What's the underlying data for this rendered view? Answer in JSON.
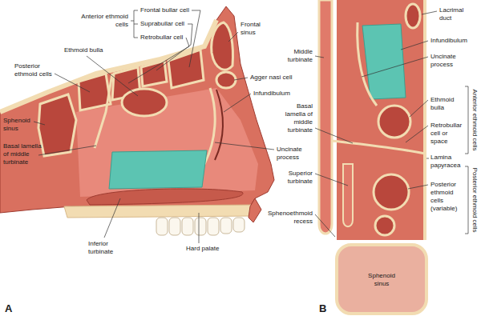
{
  "diagram": {
    "labels": [
      "Anterior ethmoid cells",
      "Frontal bullar cell",
      "Suprabullar cell",
      "Retrobullar cell",
      "Ethmoid bulla",
      "Posterior ethmoid cells",
      "Sphenoid sinus",
      "Basal lamella of middle turbinate",
      "Frontal sinus",
      "Agger nasi cell",
      "Infundibulum",
      "Uncinate process",
      "Inferior turbinate",
      "Hard palate",
      "A",
      "Lacrimal duct",
      "Middle turbinate",
      "Infundibulum",
      "Uncinate process",
      "Ethmoid bulla",
      "Basal lamella of middle turbinate",
      "Retrobullar cell or space",
      "Anterior ethmoid cells",
      "Lamina papyracea",
      "Superior turbinate",
      "Posterior ethmoid cells (variable)",
      "Posterior ethmoid cells",
      "Sphenoethmoid recess",
      "Sphenoid sinus",
      "B"
    ]
  }
}
